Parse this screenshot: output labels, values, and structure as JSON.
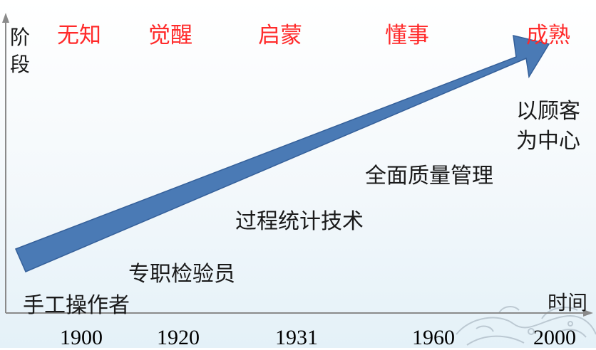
{
  "y_axis_label": "阶段",
  "x_axis_label": "时间",
  "stages": [
    {
      "label": "无知",
      "color": "#ff2a2a"
    },
    {
      "label": "觉醒",
      "color": "#ff2a2a"
    },
    {
      "label": "启蒙",
      "color": "#ff2a2a"
    },
    {
      "label": "懂事",
      "color": "#ff2a2a"
    },
    {
      "label": "成熟",
      "color": "#ff2a2a"
    }
  ],
  "phases": [
    "手工操作者",
    "专职检验员",
    "过程统计技术",
    "全面质量管理",
    "以顾客为中心"
  ],
  "years": [
    "1900",
    "1920",
    "1931",
    "1960",
    "2000"
  ],
  "arrow_color": "#4a7ab5"
}
